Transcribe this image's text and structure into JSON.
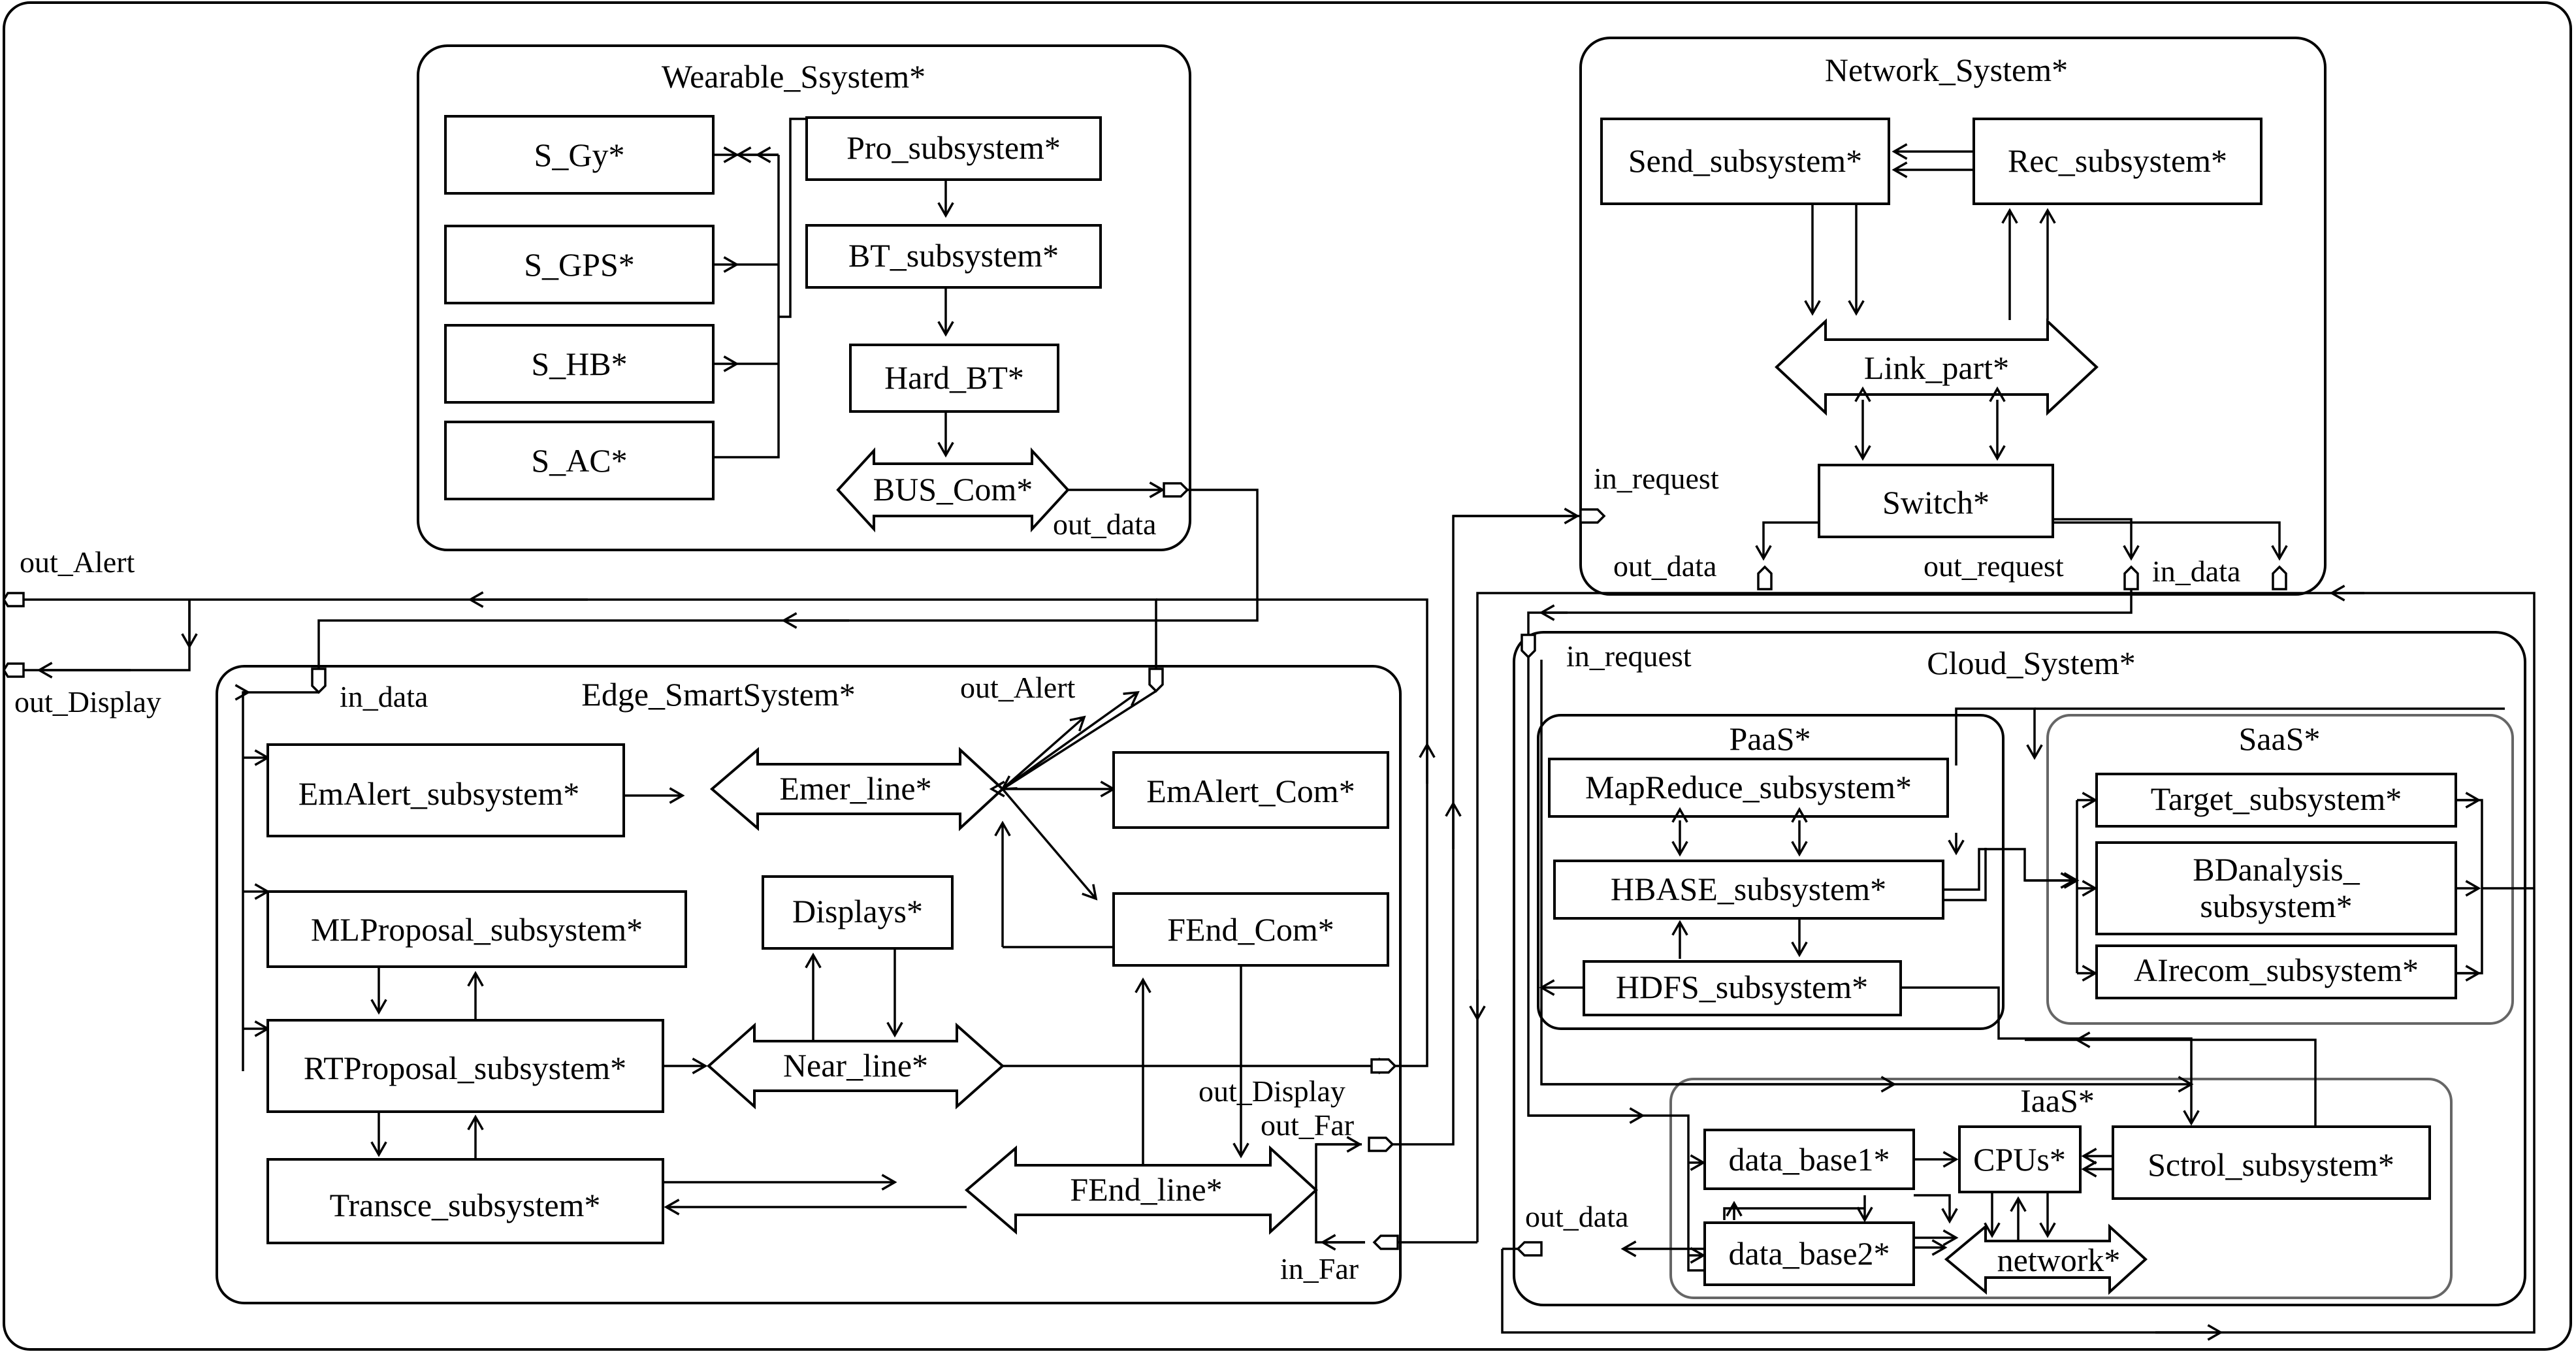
{
  "systems": {
    "wearable": {
      "title": "Wearable_Ssystem*",
      "blocks": [
        "S_Gy*",
        "S_GPS*",
        "S_HB*",
        "S_AC*",
        "Pro_subsystem*",
        "BT_subsystem*",
        "Hard_BT*",
        "BUS_Com*"
      ],
      "ports": [
        "out_data"
      ]
    },
    "network": {
      "title": "Network_System*",
      "blocks": [
        "Send_subsystem*",
        "Rec_subsystem*",
        "Link_part*",
        "Switch*"
      ],
      "ports": [
        "in_request",
        "out_data",
        "out_request",
        "in_data"
      ]
    },
    "edge": {
      "title": "Edge_SmartSystem*",
      "blocks": [
        "EmAlert_subsystem*",
        "Emer_line*",
        "EmAlert_Com*",
        "MLProposal_subsystem*",
        "Displays*",
        "FEnd_Com*",
        "RTProposal_subsystem*",
        "Near_line*",
        "Transce_subsystem*",
        "FEnd_line*"
      ],
      "ports": [
        "in_data",
        "out_Alert",
        "out_Display",
        "out_Far",
        "in_Far"
      ]
    },
    "cloud": {
      "title": "Cloud_System*",
      "ports": [
        "in_request",
        "out_data"
      ],
      "paas": {
        "title": "PaaS*",
        "blocks": [
          "MapReduce_subsystem*",
          "HBASE_subsystem*",
          "HDFS_subsystem*"
        ]
      },
      "saas": {
        "title": "SaaS*",
        "blocks": [
          "Target_subsystem*",
          "BDanalysis_",
          "subsystem*",
          "AIrecom_subsystem*"
        ]
      },
      "iaas": {
        "title": "IaaS*",
        "blocks": [
          "data_base1*",
          "data_base2*",
          "CPUs*",
          "network*",
          "Sctrol_subsystem*"
        ]
      }
    }
  },
  "outer_ports": [
    "out_Alert",
    "out_Display"
  ]
}
